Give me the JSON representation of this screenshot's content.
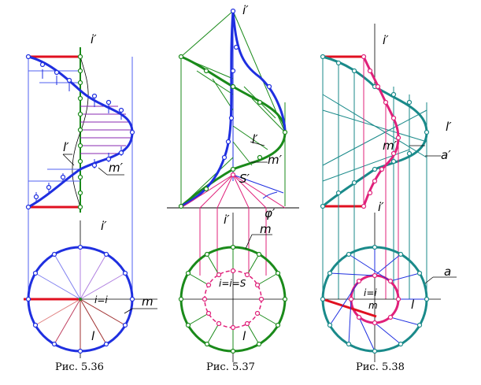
{
  "figures": [
    {
      "caption": "Рис. 5.36",
      "labels": {
        "axis_top": "i′",
        "axis_bottom": "i′",
        "l_front": "l′",
        "m_front": "m′",
        "center": "i=i",
        "m_top": "m",
        "l_top": "l"
      }
    },
    {
      "caption": "Рис. 5.37",
      "labels": {
        "axis_top": "i′",
        "l_front": "l′",
        "m_front": "m′",
        "s_front": "S′",
        "axis_base": "i′",
        "phi": "φ′",
        "m_top": "m",
        "center": "i=i=S",
        "l_top": "l"
      }
    },
    {
      "caption": "Рис. 5.38",
      "labels": {
        "axis_top": "i′",
        "l_front": "l′",
        "m_front": "m′",
        "a_front": "a′",
        "axis_mid": "i′",
        "a_top": "a",
        "center": "i=i",
        "m_top": "m",
        "l_top": "l"
      }
    }
  ],
  "colors": {
    "blue": "#1f2fe0",
    "green": "#1a8a1a",
    "red": "#e01020",
    "magenta": "#e0207a",
    "teal": "#1a8a8a",
    "purple": "#8a2ab0",
    "thin_blue": "#5060f0"
  }
}
